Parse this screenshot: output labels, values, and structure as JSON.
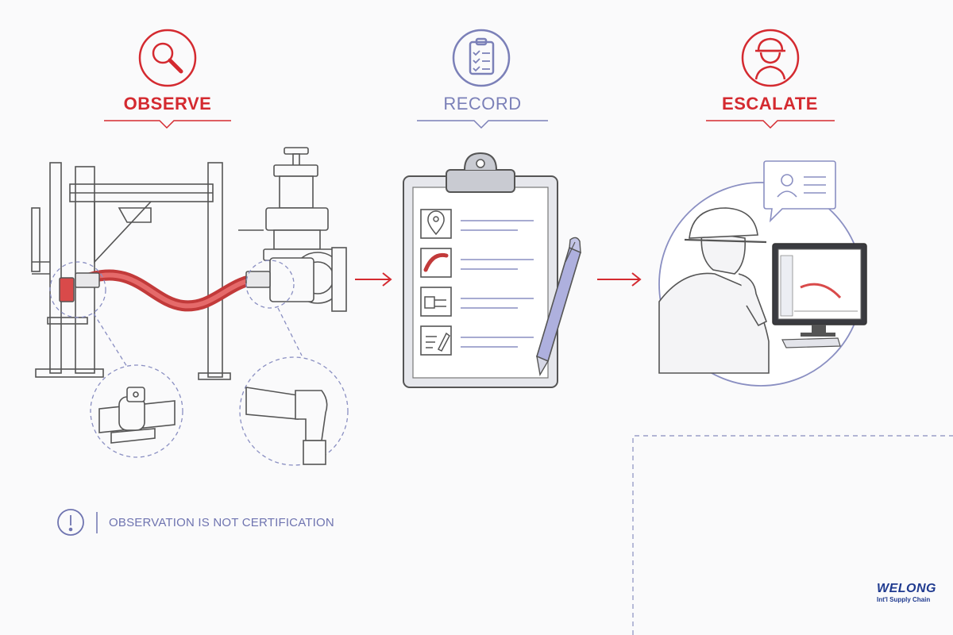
{
  "steps": [
    {
      "title": "OBSERVE",
      "icon": "magnifier-icon",
      "color": "#d42a30"
    },
    {
      "title": "RECORD",
      "icon": "clipboard-checklist-icon",
      "color": "#7b80b8"
    },
    {
      "title": "ESCALATE",
      "icon": "worker-helmet-icon",
      "color": "#d42a30"
    }
  ],
  "note": {
    "text": "OBSERVATION IS NOT CERTIFICATION",
    "icon": "exclamation-icon"
  },
  "brand": {
    "name": "WELONG",
    "subtitle": "Int'l Supply Chain"
  },
  "colors": {
    "red": "#d42a30",
    "lavender": "#7b80b8",
    "line": "#555555",
    "hose": "#d94a4a"
  }
}
